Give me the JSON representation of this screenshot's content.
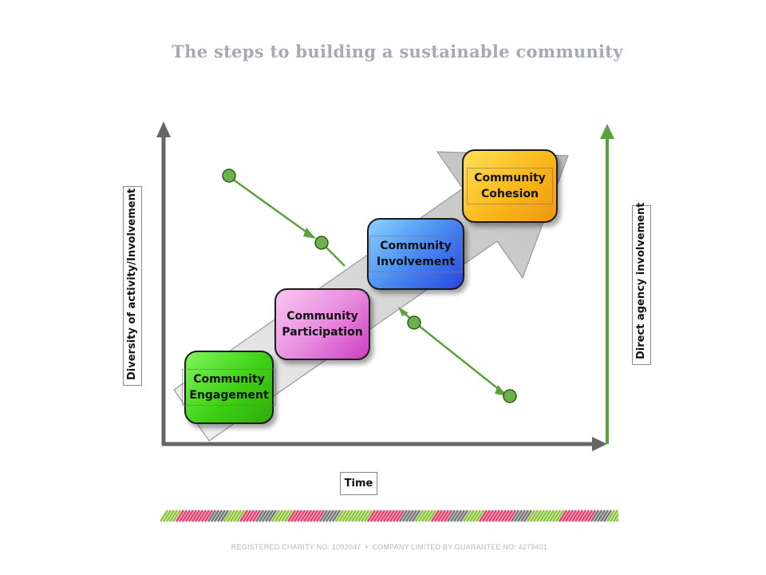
{
  "title": "The steps to building a sustainable community",
  "axes": {
    "left_label": "Diversity of activity/Involvement",
    "right_label": "Direct agency involvement",
    "bottom_label": "Time"
  },
  "stages": [
    {
      "label": "Community\nEngagement",
      "color": "#3ed014"
    },
    {
      "label": "Community\nParticipation",
      "color": "#e98ee0"
    },
    {
      "label": "Community\nInvolvement",
      "color": "#4a8cf0"
    },
    {
      "label": "Community\nCohesion",
      "color": "#f9b71a"
    }
  ],
  "colors": {
    "axis": "#666666",
    "agency_axis": "#5aa33a",
    "decline_line": "#5aa33a",
    "dot": "#6ab04c",
    "stripe_pink": "#e8416f",
    "stripe_green": "#8cc63f",
    "stripe_gray": "#777777"
  },
  "footer": {
    "charity": "REGISTERED CHARITY NO: 1092047",
    "separator": "•",
    "company": "COMPANY LIMITED BY GUARANTEE NO: 4279401"
  }
}
